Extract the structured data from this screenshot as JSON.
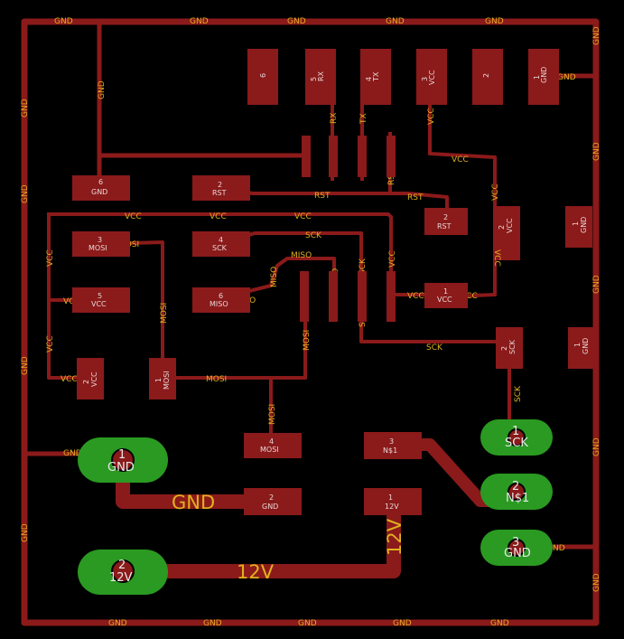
{
  "colors": {
    "background": "#000000",
    "copper": "#8b1a1a",
    "label": "#e0b020",
    "via": "#2a9a22"
  },
  "nets": {
    "gnd": "GND",
    "vcc": "VCC",
    "rst": "RST",
    "rx": "RX",
    "tx": "TX",
    "sck": "SCK",
    "miso": "MISO",
    "mosi": "MOSI",
    "v12": "12V"
  },
  "header_pins": [
    "6",
    "5",
    "4",
    "3",
    "2",
    "1"
  ],
  "header_pin_names": {
    "p5": "RX",
    "p4": "TX",
    "p3": "VCC",
    "p1": "GND"
  },
  "isp_pads": {
    "gnd": {
      "num": "6",
      "name": "GND"
    },
    "rst": {
      "num": "2",
      "name": "RST"
    },
    "mosi": {
      "num": "3",
      "name": "MOSI"
    },
    "sck": {
      "num": "4",
      "name": "SCK"
    },
    "vcc": {
      "num": "5",
      "name": "VCC"
    },
    "miso": {
      "num": "6",
      "name": "MISO"
    },
    "vcc_left": {
      "num": "2",
      "name": "VCC"
    },
    "mosi_1": {
      "num": "1",
      "name": "MOSI"
    },
    "mosi_4": {
      "num": "4",
      "name": "MOSI"
    }
  },
  "right_pads": {
    "rst2": {
      "num": "2",
      "name": "RST"
    },
    "vcc2": {
      "num": "2",
      "name": "VCC"
    },
    "vcc2_mirror": "VCC",
    "vcc1": {
      "num": "1",
      "name": "VCC"
    },
    "sck2": {
      "num": "2",
      "name": "SCK"
    },
    "gnd1a": {
      "num": "1",
      "name": "GND"
    },
    "gnd1b": {
      "num": "1",
      "name": "GND"
    }
  },
  "power_pads": {
    "n1": {
      "num": "3",
      "name": "N$1"
    },
    "gnd2": {
      "num": "2",
      "name": "GND"
    },
    "v12": {
      "num": "1",
      "name": "12V"
    }
  },
  "vias": {
    "jack_gnd": {
      "num": "1",
      "name": "GND"
    },
    "jack_12v": {
      "num": "2",
      "name": "12V"
    },
    "r_sck": {
      "num": "1",
      "name": "SCK"
    },
    "r_n1": {
      "num": "2",
      "name": "N$1"
    },
    "r_gnd": {
      "num": "3",
      "name": "GND"
    }
  }
}
